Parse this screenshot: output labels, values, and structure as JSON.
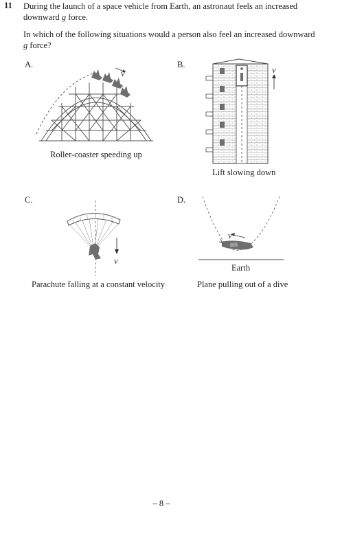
{
  "question": {
    "number": "11",
    "stem_line1": "During the launch of a space vehicle from Earth, an astronaut feels an increased",
    "stem_line2_pre": "downward ",
    "stem_line2_g": "g",
    "stem_line2_post": " force.",
    "prompt_line1": "In which of the following situations would a person also feel an increased downward",
    "prompt_line2_g": "g",
    "prompt_line2_post": " force?"
  },
  "options": [
    {
      "letter": "A.",
      "caption": "Roller-coaster speeding up",
      "vlabel": "v"
    },
    {
      "letter": "B.",
      "caption": "Lift slowing down",
      "vlabel": "v"
    },
    {
      "letter": "C.",
      "caption": "Parachute falling at a constant velocity",
      "vlabel": "v"
    },
    {
      "letter": "D.",
      "caption": "Plane pulling out of a dive",
      "vlabel": "v",
      "ground_label": "Earth"
    }
  ],
  "footer": {
    "page": "– 8 –"
  },
  "colors": {
    "ink": "#222222",
    "figure_gray": "#6e6e6e",
    "line": "#555555"
  }
}
